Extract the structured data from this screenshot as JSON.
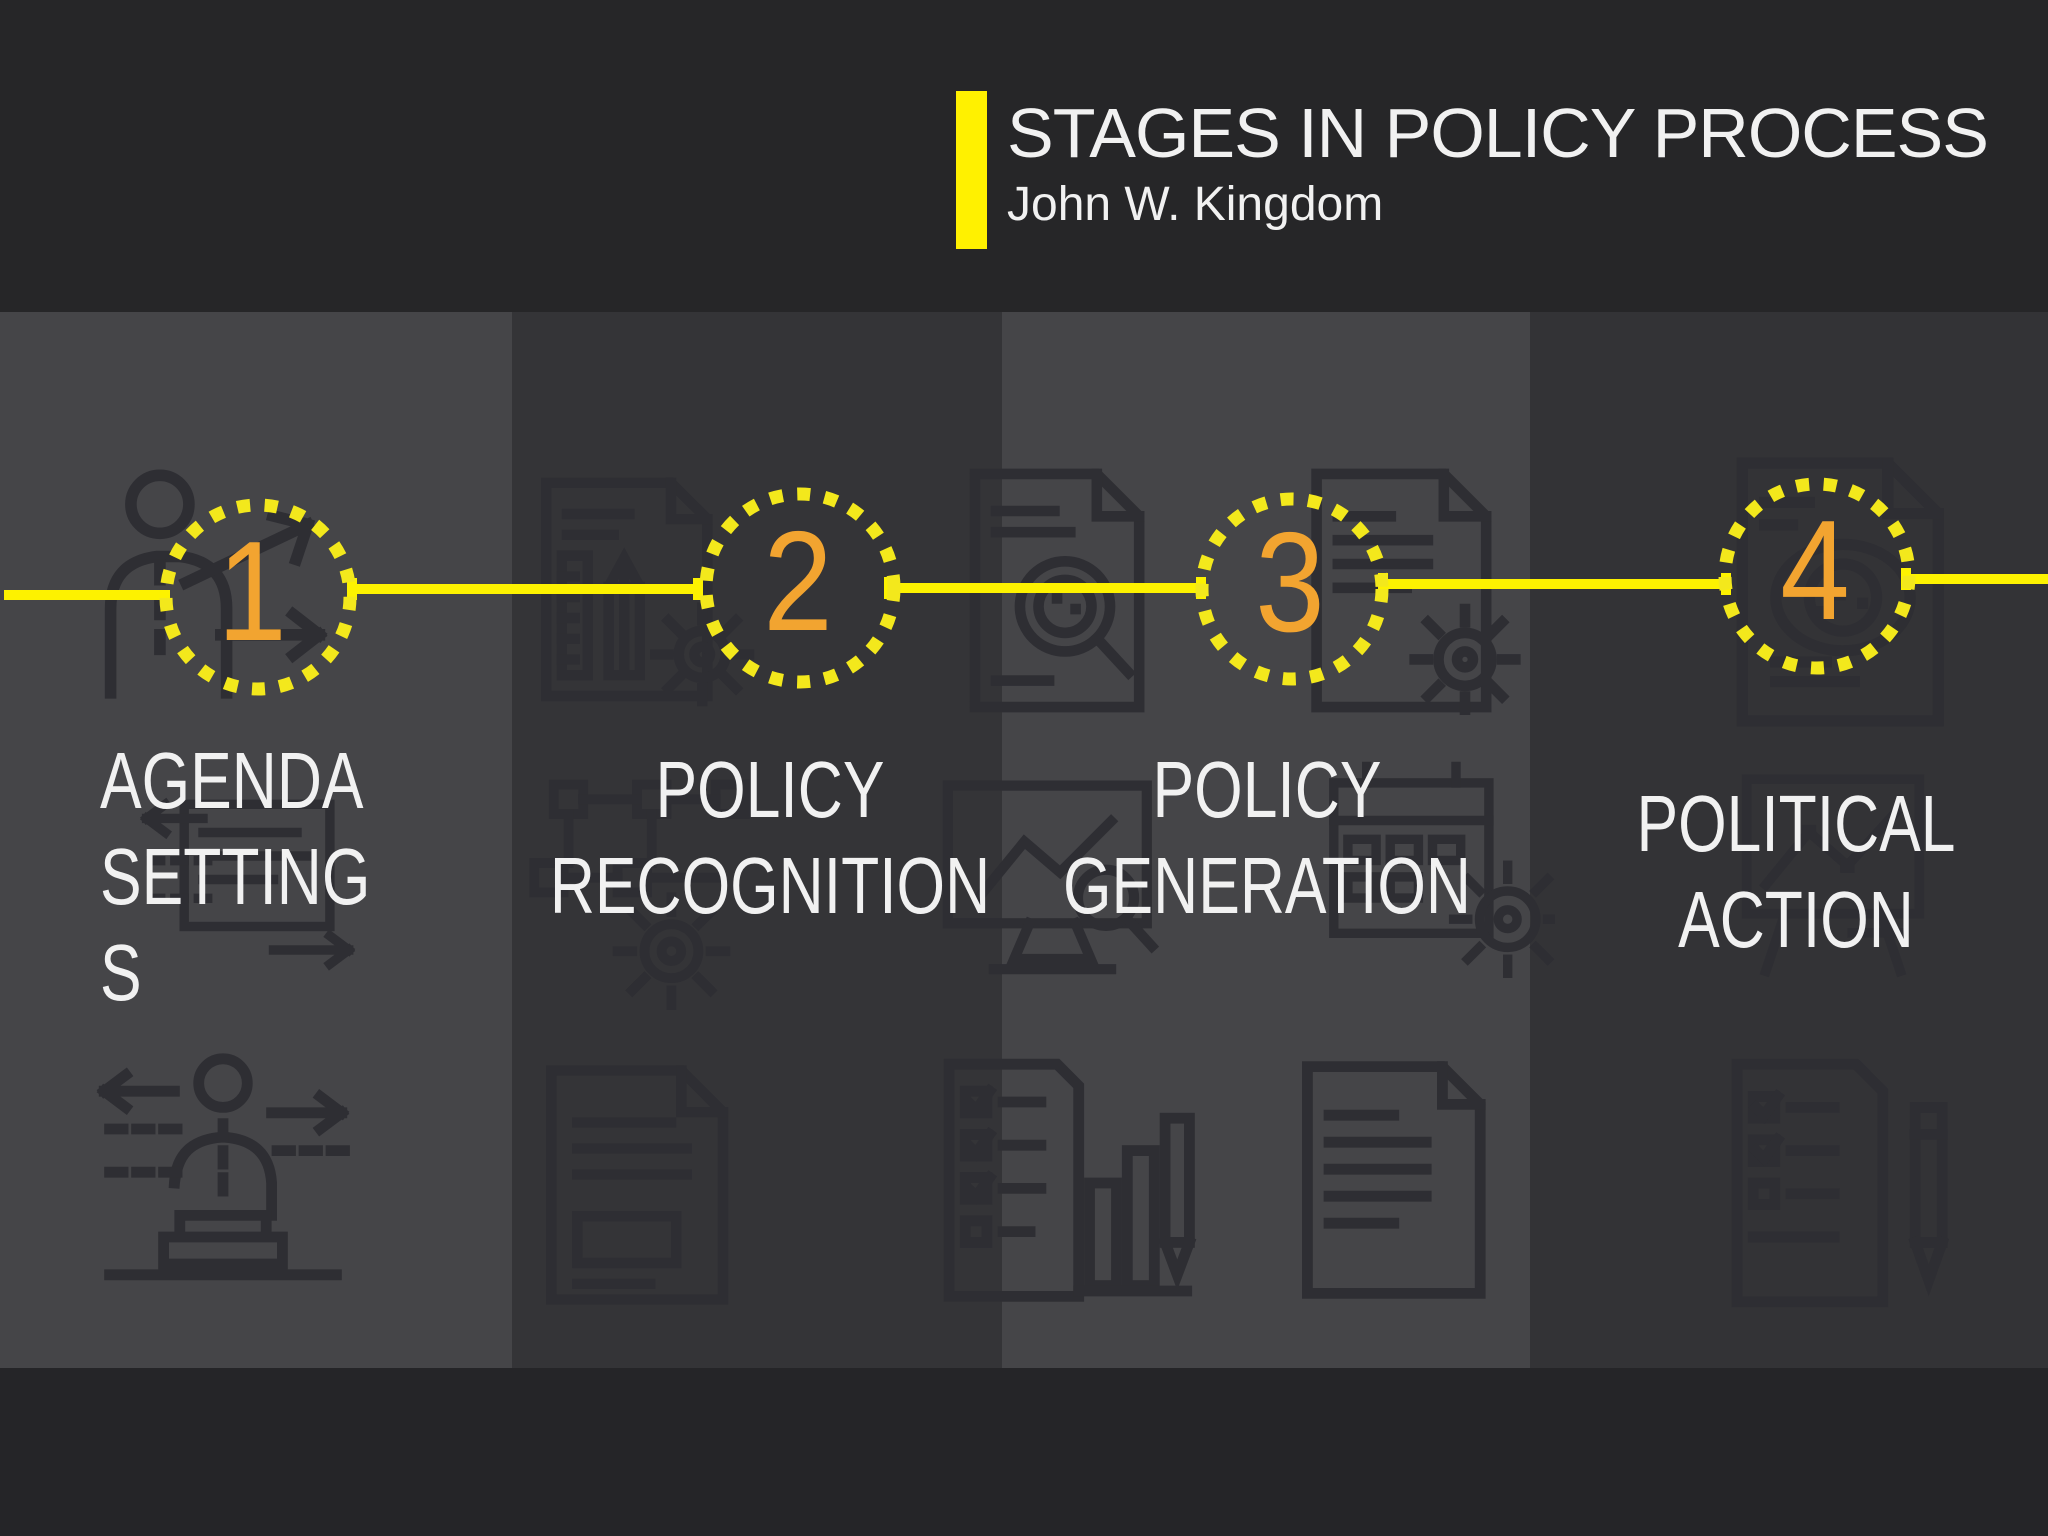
{
  "header": {
    "title": "STAGES IN POLICY PROCESS",
    "subtitle": "John W. Kingdom"
  },
  "timeline": {
    "stages": [
      {
        "number": "1",
        "label_lines": [
          "AGENDA",
          "SETTING",
          "S"
        ]
      },
      {
        "number": "2",
        "label_lines": [
          "POLICY",
          "RECOGNITION"
        ]
      },
      {
        "number": "3",
        "label_lines": [
          "POLICY",
          "GENERATION"
        ]
      },
      {
        "number": "4",
        "label_lines": [
          "POLITICAL",
          "ACTION"
        ]
      }
    ]
  },
  "background": {
    "icons": [
      "presenter-arrows-icon",
      "document-pencil-ruler-gear-icon",
      "document-magnifier-icon",
      "document-lines-gear-icon",
      "document-emblem-icon",
      "board-arrows-icon",
      "flowchart-gear-icon",
      "monitor-chart-magnifier-icon",
      "calendar-gear-icon",
      "whiteboard-chart-icon",
      "podium-speaker-arrows-icon",
      "document-text-icon",
      "checklist-barchart-pencil-icon",
      "document-text-2-icon",
      "checklist-pencil-icon"
    ]
  },
  "theme": {
    "accent_yellow": "#fff100",
    "line_yellow": "#fdf200",
    "dash_yellow": "#f3e81c",
    "number_orange": "#f2a430",
    "text_primary": "#f1f1f1",
    "band_top": "#262628",
    "band_bottom": "#252528",
    "stripe_light": "#454548",
    "stripe_dark": "#343437",
    "stripe_dark_2": "#333336",
    "icon_stroke": "#2e2e33"
  }
}
